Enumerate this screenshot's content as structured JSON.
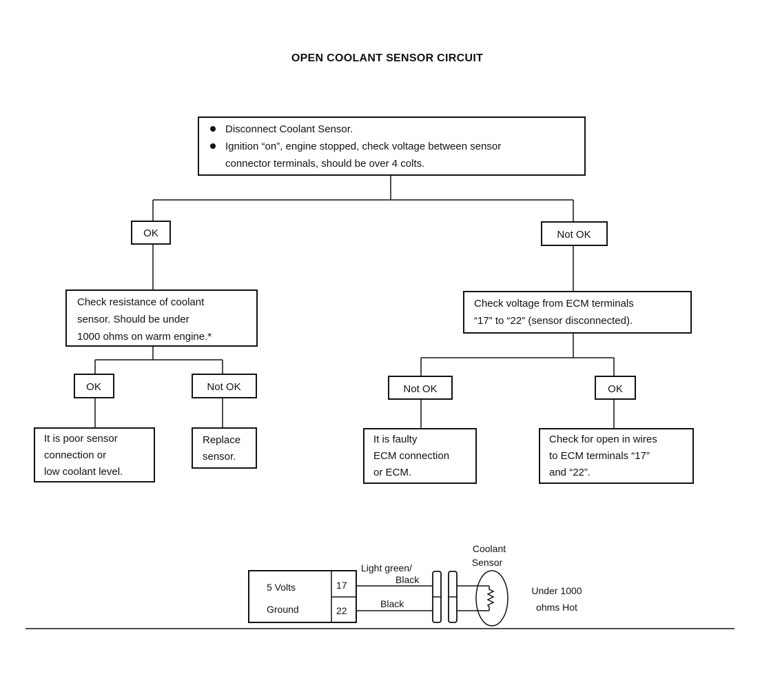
{
  "title": "OPEN COOLANT SENSOR CIRCUIT",
  "top_box": {
    "bullet1": "Disconnect Coolant Sensor.",
    "bullet2_line1": "Ignition “on”, engine stopped, check voltage between sensor",
    "bullet2_line2": "connector terminals, should be over 4 colts."
  },
  "left_branch": {
    "ok_label": "OK",
    "check_box": {
      "line1": "Check resistance of coolant",
      "line2": "sensor.  Should be under",
      "line3": "1000 ohms on warm engine.*"
    },
    "ok2_label": "OK",
    "notok_label": "Not OK",
    "ok_result": {
      "line1": "It is poor sensor",
      "line2": "connection or",
      "line3": "low coolant level."
    },
    "notok_result": {
      "line1": "Replace",
      "line2": "sensor."
    }
  },
  "right_branch": {
    "notok_label": "Not OK",
    "check_box": {
      "line1": "Check voltage from ECM terminals",
      "line2": "“17” to “22” (sensor disconnected)."
    },
    "notok2_label": "Not OK",
    "ok_label": "OK",
    "notok_result": {
      "line1": "It is faulty",
      "line2": "ECM connection",
      "line3": "or ECM."
    },
    "ok_result": {
      "line1": "Check for open in wires",
      "line2": "to ECM terminals “17”",
      "line3": "and “22”."
    }
  },
  "circuit": {
    "volts_label": "5 Volts",
    "ground_label": "Ground",
    "terminal_17": "17",
    "terminal_22": "22",
    "wire1_line1": "Light green/",
    "wire1_line2": "Black",
    "wire2": "Black",
    "sensor_line1": "Coolant",
    "sensor_line2": "Sensor",
    "spec_line1": "Under 1000",
    "spec_line2": "ohms Hot"
  }
}
